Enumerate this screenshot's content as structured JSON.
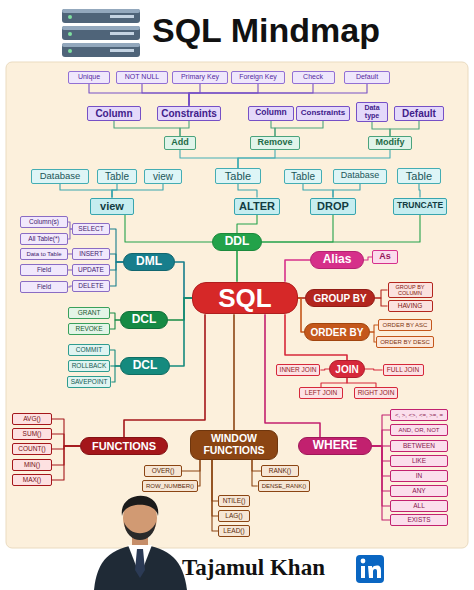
{
  "diagram": {
    "title": "SQL Mindmap",
    "nodes": [
      {
        "text": [
          "Unique"
        ]
      },
      {
        "text": [
          "NOT NULL"
        ]
      },
      {
        "text": [
          "Primary Key"
        ]
      },
      {
        "text": [
          "Foreign Key"
        ]
      },
      {
        "text": [
          "Check"
        ]
      },
      {
        "text": [
          "Default"
        ]
      },
      {
        "text": [
          "Column"
        ]
      },
      {
        "text": [
          "Constraints"
        ]
      },
      {
        "text": [
          "Column"
        ]
      },
      {
        "text": [
          "Constraints"
        ]
      },
      {
        "text": [
          "Data type"
        ]
      },
      {
        "text": [
          "Default"
        ]
      },
      {
        "text": [
          "Add"
        ]
      },
      {
        "text": [
          "Remove"
        ]
      },
      {
        "text": [
          "Modify"
        ]
      },
      {
        "text": [
          "Database"
        ]
      },
      {
        "text": [
          "Table"
        ]
      },
      {
        "text": [
          "view"
        ]
      },
      {
        "text": [
          "Table"
        ]
      },
      {
        "text": [
          "Table"
        ]
      },
      {
        "text": [
          "Database"
        ]
      },
      {
        "text": [
          "Table"
        ]
      },
      {
        "text": [
          "view"
        ]
      },
      {
        "text": [
          "ALTER"
        ]
      },
      {
        "text": [
          "DROP"
        ]
      },
      {
        "text": [
          "TRUNCATE"
        ]
      },
      {
        "text": [
          "DDL"
        ]
      },
      {
        "text": [
          "Column(s)"
        ]
      },
      {
        "text": [
          "SELECT"
        ]
      },
      {
        "text": [
          "All Table(*)"
        ]
      },
      {
        "text": [
          "Data to Table"
        ]
      },
      {
        "text": [
          "INSERT"
        ]
      },
      {
        "text": [
          "Alias"
        ]
      },
      {
        "text": [
          "As"
        ]
      },
      {
        "text": [
          "DML"
        ]
      },
      {
        "text": [
          "Field"
        ]
      },
      {
        "text": [
          "UPDATE"
        ]
      },
      {
        "text": [
          "SQL"
        ]
      },
      {
        "text": [
          "Field"
        ]
      },
      {
        "text": [
          "DELETE"
        ]
      },
      {
        "text": [
          "GROUP BY COLUMN"
        ]
      },
      {
        "text": [
          "GROUP BY"
        ]
      },
      {
        "text": [
          "HAVING"
        ]
      },
      {
        "text": [
          "GRANT"
        ]
      },
      {
        "text": [
          "DCL"
        ]
      },
      {
        "text": [
          "ORDER BY"
        ]
      },
      {
        "text": [
          "REVOKE"
        ]
      },
      {
        "text": [
          "ORDER BY ASC"
        ]
      },
      {
        "text": [
          "ORDER BY DESC"
        ]
      },
      {
        "text": [
          "COMMIT"
        ]
      },
      {
        "text": [
          "DCL"
        ]
      },
      {
        "text": [
          "ROLLBACK"
        ]
      },
      {
        "text": [
          "JOIN"
        ]
      },
      {
        "text": [
          "INNER JOIN"
        ]
      },
      {
        "text": [
          "FULL JOIN"
        ]
      },
      {
        "text": [
          "SAVEPOINT"
        ]
      },
      {
        "text": [
          "LEFT JOIN"
        ]
      },
      {
        "text": [
          "RIGHT JOIN"
        ]
      },
      {
        "text": [
          "<, >, <>, <=, >=, ="
        ]
      },
      {
        "text": [
          "AVG()"
        ]
      },
      {
        "text": [
          "AND, OR, NOT"
        ]
      },
      {
        "text": [
          "SUM()"
        ]
      },
      {
        "text": [
          "WINDOW FUNCTIONS"
        ]
      },
      {
        "text": [
          "FUNCTIONS"
        ]
      },
      {
        "text": [
          "WHERE"
        ]
      },
      {
        "text": [
          "BETWEEN"
        ]
      },
      {
        "text": [
          "COUNT()"
        ]
      },
      {
        "text": [
          "LIKE"
        ]
      },
      {
        "text": [
          "MIN()"
        ]
      },
      {
        "text": [
          "OVER()"
        ]
      },
      {
        "text": [
          "RANK()"
        ]
      },
      {
        "text": [
          "IN"
        ]
      },
      {
        "text": [
          "MAX()"
        ]
      },
      {
        "text": [
          "ROW_NUMBER()"
        ]
      },
      {
        "text": [
          "DENSE_RANK()"
        ]
      },
      {
        "text": [
          "ANY"
        ]
      },
      {
        "text": [
          "NTILE()"
        ]
      },
      {
        "text": [
          "ALL"
        ]
      },
      {
        "text": [
          "LAG()"
        ]
      },
      {
        "text": [
          "EXISTS"
        ]
      },
      {
        "text": [
          "LEAD()"
        ]
      }
    ],
    "edges": [
      {
        "from": 7,
        "to": 0,
        "arrow": "none"
      },
      {
        "from": 7,
        "to": 1,
        "arrow": "none"
      },
      {
        "from": 7,
        "to": 2,
        "arrow": "none"
      },
      {
        "from": 7,
        "to": 3,
        "arrow": "none"
      },
      {
        "from": 7,
        "to": 4,
        "arrow": "none"
      },
      {
        "from": 7,
        "to": 5,
        "arrow": "none"
      },
      {
        "from": 12,
        "to": 6,
        "arrow": "none"
      },
      {
        "from": 12,
        "to": 7,
        "arrow": "none"
      },
      {
        "from": 13,
        "to": 8,
        "arrow": "none"
      },
      {
        "from": 13,
        "to": 9,
        "arrow": "none"
      },
      {
        "from": 14,
        "to": 10,
        "arrow": "none"
      },
      {
        "from": 14,
        "to": 11,
        "arrow": "none"
      },
      {
        "from": 18,
        "to": 12,
        "arrow": "none"
      },
      {
        "from": 18,
        "to": 13,
        "arrow": "none"
      },
      {
        "from": 18,
        "to": 14,
        "arrow": "none"
      },
      {
        "from": 22,
        "to": 15,
        "arrow": "none"
      },
      {
        "from": 22,
        "to": 16,
        "arrow": "none"
      },
      {
        "from": 22,
        "to": 17,
        "arrow": "none"
      },
      {
        "from": 23,
        "to": 18,
        "arrow": "none"
      },
      {
        "from": 24,
        "to": 19,
        "arrow": "none"
      },
      {
        "from": 24,
        "to": 20,
        "arrow": "none"
      },
      {
        "from": 25,
        "to": 21,
        "arrow": "none"
      },
      {
        "from": 26,
        "to": 22,
        "arrow": "none"
      },
      {
        "from": 26,
        "to": 23,
        "arrow": "none"
      },
      {
        "from": 26,
        "to": 24,
        "arrow": "none"
      },
      {
        "from": 26,
        "to": 25,
        "arrow": "none"
      },
      {
        "from": 37,
        "to": 26,
        "arrow": "none"
      },
      {
        "from": 37,
        "to": 34,
        "arrow": "none"
      },
      {
        "from": 34,
        "to": 28,
        "arrow": "none"
      },
      {
        "from": 34,
        "to": 31,
        "arrow": "none"
      },
      {
        "from": 34,
        "to": 36,
        "arrow": "none"
      },
      {
        "from": 34,
        "to": 39,
        "arrow": "none"
      },
      {
        "from": 28,
        "to": 27,
        "arrow": "none"
      },
      {
        "from": 28,
        "to": 29,
        "arrow": "none"
      },
      {
        "from": 31,
        "to": 30,
        "arrow": "none"
      },
      {
        "from": 36,
        "to": 35,
        "arrow": "none"
      },
      {
        "from": 39,
        "to": 38,
        "arrow": "none"
      },
      {
        "from": 37,
        "to": 44,
        "arrow": "none"
      },
      {
        "from": 44,
        "to": 43,
        "arrow": "none"
      },
      {
        "from": 44,
        "to": 46,
        "arrow": "none"
      },
      {
        "from": 37,
        "to": 50,
        "arrow": "none"
      },
      {
        "from": 50,
        "to": 49,
        "arrow": "none"
      },
      {
        "from": 50,
        "to": 51,
        "arrow": "none"
      },
      {
        "from": 50,
        "to": 55,
        "arrow": "none"
      },
      {
        "from": 37,
        "to": 32,
        "arrow": "none"
      },
      {
        "from": 32,
        "to": 33,
        "arrow": "none"
      },
      {
        "from": 37,
        "to": 41,
        "arrow": "none"
      },
      {
        "from": 41,
        "to": 40,
        "arrow": "none"
      },
      {
        "from": 41,
        "to": 42,
        "arrow": "none"
      },
      {
        "from": 37,
        "to": 45,
        "arrow": "none"
      },
      {
        "from": 45,
        "to": 47,
        "arrow": "none"
      },
      {
        "from": 45,
        "to": 48,
        "arrow": "none"
      },
      {
        "from": 37,
        "to": 52,
        "arrow": "none"
      },
      {
        "from": 52,
        "to": 53,
        "arrow": "none"
      },
      {
        "from": 52,
        "to": 54,
        "arrow": "none"
      },
      {
        "from": 52,
        "to": 56,
        "arrow": "none"
      },
      {
        "from": 52,
        "to": 57,
        "arrow": "none"
      },
      {
        "from": 37,
        "to": 64,
        "arrow": "none"
      },
      {
        "from": 64,
        "to": 58,
        "arrow": "none"
      },
      {
        "from": 64,
        "to": 60,
        "arrow": "none"
      },
      {
        "from": 64,
        "to": 65,
        "arrow": "none"
      },
      {
        "from": 64,
        "to": 67,
        "arrow": "none"
      },
      {
        "from": 64,
        "to": 71,
        "arrow": "none"
      },
      {
        "from": 64,
        "to": 75,
        "arrow": "none"
      },
      {
        "from": 64,
        "to": 77,
        "arrow": "none"
      },
      {
        "from": 64,
        "to": 79,
        "arrow": "none"
      },
      {
        "from": 37,
        "to": 63,
        "arrow": "none"
      },
      {
        "from": 63,
        "to": 59,
        "arrow": "none"
      },
      {
        "from": 63,
        "to": 61,
        "arrow": "none"
      },
      {
        "from": 63,
        "to": 66,
        "arrow": "none"
      },
      {
        "from": 63,
        "to": 68,
        "arrow": "none"
      },
      {
        "from": 63,
        "to": 72,
        "arrow": "none"
      },
      {
        "from": 37,
        "to": 62,
        "arrow": "none"
      },
      {
        "from": 62,
        "to": 69,
        "arrow": "none"
      },
      {
        "from": 62,
        "to": 73,
        "arrow": "none"
      },
      {
        "from": 62,
        "to": 70,
        "arrow": "none"
      },
      {
        "from": 62,
        "to": 74,
        "arrow": "none"
      },
      {
        "from": 62,
        "to": 76,
        "arrow": "none"
      },
      {
        "from": 62,
        "to": 78,
        "arrow": "none"
      },
      {
        "from": 62,
        "to": 80,
        "arrow": "none"
      }
    ],
    "labels": [
      "Tajamul Khan"
    ]
  }
}
